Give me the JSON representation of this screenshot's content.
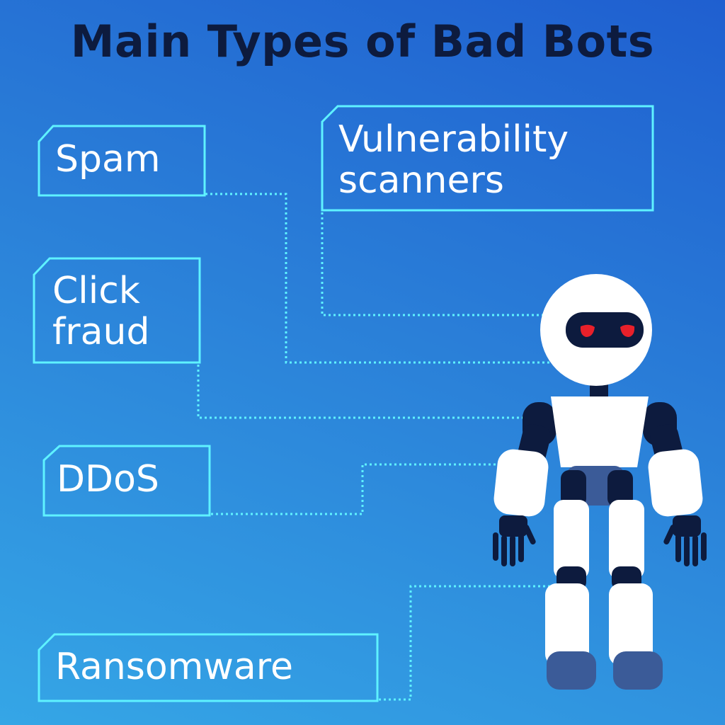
{
  "title": "Main Types of Bad Bots",
  "colors": {
    "background_top": "#1f5fd0",
    "background_bottom": "#35a6e6",
    "title": "#0d1b3e",
    "box_border": "#5ff2ff",
    "label_text": "#ffffff",
    "robot_body": "#ffffff",
    "robot_joints": "#0d1b3e",
    "robot_eyes": "#e8202a",
    "robot_waist": "#3b5b98"
  },
  "boxes": [
    {
      "id": "spam",
      "label": "Spam"
    },
    {
      "id": "vulnerability",
      "label": "Vulnerability\nscanners"
    },
    {
      "id": "click",
      "label": "Click\nfraud"
    },
    {
      "id": "ddos",
      "label": "DDoS"
    },
    {
      "id": "ransomware",
      "label": "Ransomware"
    }
  ]
}
